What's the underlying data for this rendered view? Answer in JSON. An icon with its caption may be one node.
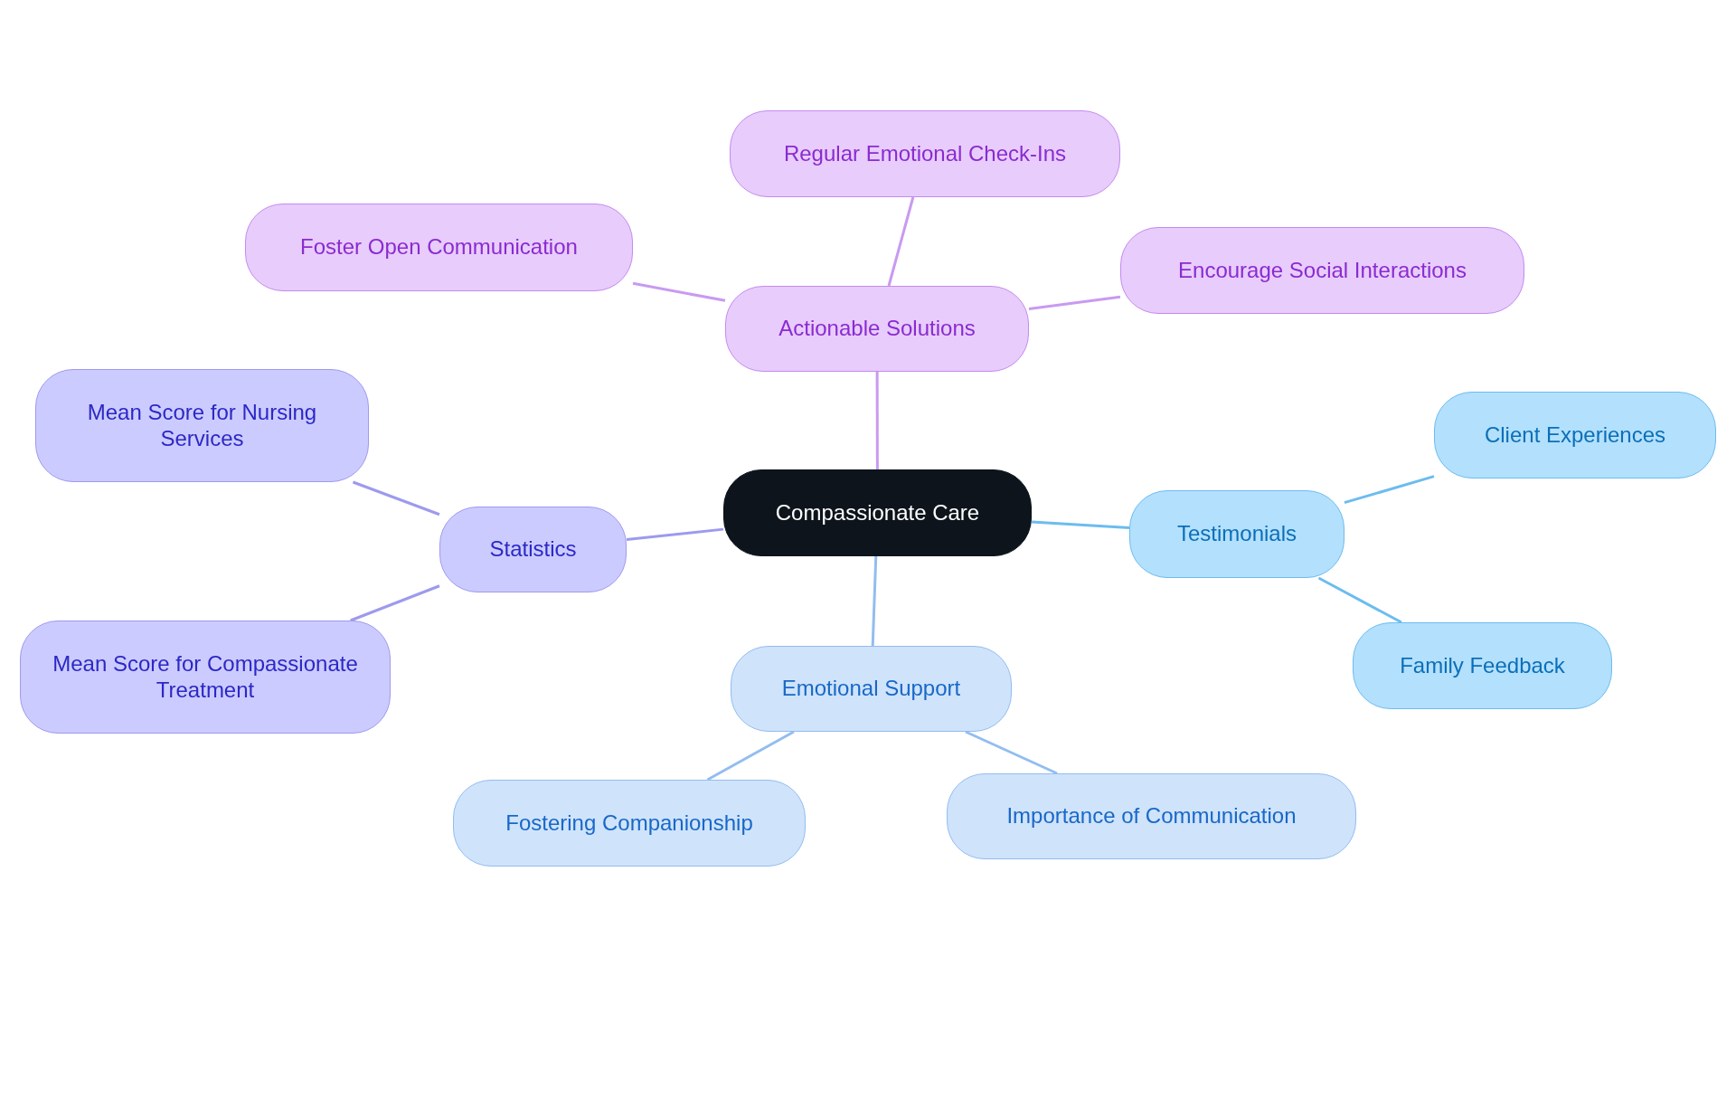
{
  "diagram": {
    "nodes": [
      {
        "text": [
          "Compassionate Care"
        ]
      },
      {
        "text": [
          "Actionable Solutions"
        ]
      },
      {
        "text": [
          "Regular Emotional Check-Ins"
        ]
      },
      {
        "text": [
          "Foster Open Communication"
        ]
      },
      {
        "text": [
          "Encourage Social Interactions"
        ]
      },
      {
        "text": [
          "Statistics"
        ]
      },
      {
        "text": [
          "Mean Score for Nursing Services"
        ]
      },
      {
        "text": [
          "Mean Score for Compassionate Treatment"
        ]
      },
      {
        "text": [
          "Testimonials"
        ]
      },
      {
        "text": [
          "Client Experiences"
        ]
      },
      {
        "text": [
          "Family Feedback"
        ]
      },
      {
        "text": [
          "Emotional Support"
        ]
      },
      {
        "text": [
          "Fostering Companionship"
        ]
      },
      {
        "text": [
          "Importance of Communication"
        ]
      }
    ],
    "edges": [
      {
        "from": 0,
        "to": 1,
        "arrow": "none",
        "color": "#c99af0"
      },
      {
        "from": 1,
        "to": 2,
        "arrow": "none",
        "color": "#c99af0"
      },
      {
        "from": 1,
        "to": 3,
        "arrow": "none",
        "color": "#c99af0"
      },
      {
        "from": 1,
        "to": 4,
        "arrow": "none",
        "color": "#c99af0"
      },
      {
        "from": 0,
        "to": 5,
        "arrow": "none",
        "color": "#9d9aee"
      },
      {
        "from": 5,
        "to": 6,
        "arrow": "none",
        "color": "#9d9aee"
      },
      {
        "from": 5,
        "to": 7,
        "arrow": "none",
        "color": "#9d9aee"
      },
      {
        "from": 0,
        "to": 8,
        "arrow": "none",
        "color": "#6cbcef"
      },
      {
        "from": 8,
        "to": 9,
        "arrow": "none",
        "color": "#6cbcef"
      },
      {
        "from": 8,
        "to": 10,
        "arrow": "none",
        "color": "#6cbcef"
      },
      {
        "from": 0,
        "to": 11,
        "arrow": "none",
        "color": "#92bdf0"
      },
      {
        "from": 11,
        "to": 12,
        "arrow": "none",
        "color": "#92bdf0"
      },
      {
        "from": 11,
        "to": 13,
        "arrow": "none",
        "color": "#92bdf0"
      }
    ]
  }
}
